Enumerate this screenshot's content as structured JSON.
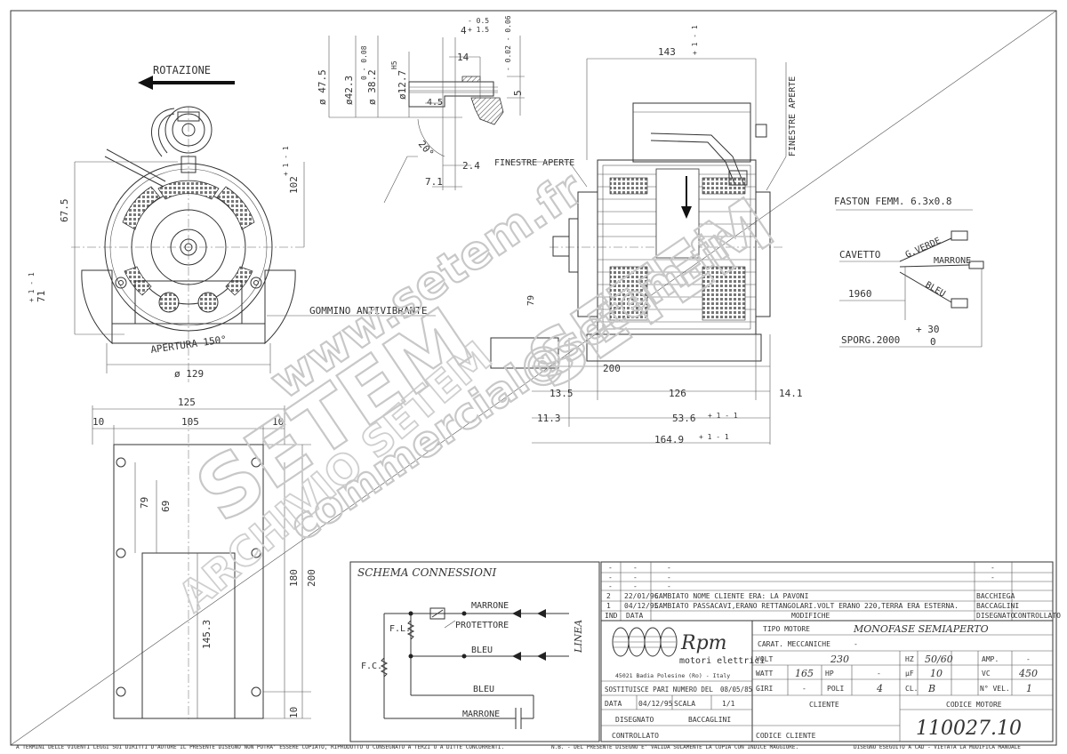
{
  "views": {
    "rotation_label": "ROTAZIONE",
    "rubber_label": "GOMMINO ANTIVIBRANTE",
    "opening_label": "APERTURA 150°",
    "open_windows_1": "FINESTRE APERTE",
    "open_windows_2": "FINESTRE APERTE",
    "faston_label": "FASTON FEMM. 6.3x0.8",
    "cable_label": "CAVETTO",
    "wire_green": "G.VERDE",
    "wire_brown": "MARRONE",
    "wire_blue": "BLEU",
    "sporg_label": "SPORG.2000",
    "sporg_tol_plus": "+ 30",
    "sporg_tol_zero": "0"
  },
  "dimensions": {
    "d129": "ø 129",
    "d67_5": "67.5",
    "d71": "71",
    "d71_tol": "+ 1  - 1",
    "d102": "102",
    "d102_tol": "+ 1  - 1",
    "d47_5": "ø 47.5",
    "d42_3": "ø42.3",
    "d38_2": "ø 38.2",
    "d38_2_tol": "0  - 0.08",
    "d12_7": "ø12.7",
    "d12_7_tol": "H5",
    "d4": "4",
    "d4_tol_1": "- 0.5",
    "d4_tol_2": "+ 1.5",
    "d14": "14",
    "d4_5": "4.5",
    "d5": "5",
    "d5_tol": "- 0.02  - 0.06",
    "d20": "20°",
    "d2_4": "2.4",
    "d7_1": "7.1",
    "d143": "143",
    "d143_tol": "+ 1  - 1",
    "d79_side": "79",
    "d1960": "1960",
    "d200_side": "200",
    "d13_5": "13.5",
    "d126": "126",
    "d14_1": "14.1",
    "d11_3": "11.3",
    "d53_6": "53.6",
    "d53_6_tol": "+ 1  - 1",
    "d164_9": "164.9",
    "d164_9_tol": "+ 1  - 1",
    "d125": "125",
    "d10_l": "10",
    "d105": "105",
    "d10_r": "10",
    "d79_bottom": "79",
    "d69": "69",
    "d145_3": "145.3",
    "d180": "180",
    "d200_bottom": "200",
    "d10_bottom": "10"
  },
  "schema": {
    "title": "SCHEMA CONNESSIONI",
    "marrone_top": "MARRONE",
    "protettore": "PROTETTORE",
    "bleu_mid": "BLEU",
    "linea": "LINEA",
    "fl": "F.L.",
    "fc": "F.C.",
    "bleu_low": "BLEU",
    "marrone_low": "MARRONE"
  },
  "revisions": {
    "rows": [
      {
        "ind": "-",
        "date": "-",
        "text": "-",
        "by": "-"
      },
      {
        "ind": "-",
        "date": "-",
        "text": "-",
        "by": "-"
      },
      {
        "ind": "-",
        "date": "-",
        "text": "-",
        "by": ""
      },
      {
        "ind": "2",
        "date": "22/01/96",
        "text": "CAMBIATO NOME CLIENTE ERA: LA PAVONI",
        "by": "BACCHIEGA"
      },
      {
        "ind": "1",
        "date": "04/12/95",
        "text": "CAMBIATO PASSACAVI,ERANO RETTANGOLARI.VOLT ERANO 220,TERRA ERA ESTERNA.",
        "by": "BACCAGLINI"
      }
    ],
    "head_ind": "IND",
    "head_data": "DATA",
    "head_mod": "MODIFICHE",
    "head_dis": "DISEGNATO",
    "head_ctrl": "CONTROLLATO"
  },
  "company": {
    "logo": "Rpm",
    "sub": "motori elettrici",
    "address": "45021 Badia Polesine (Ro) - Italy"
  },
  "title_block": {
    "sostituisce": "SOSTITUISCE PARI NUMERO DEL",
    "sost_date": "08/05/85",
    "data_label": "DATA",
    "data_val": "04/12/95",
    "scala_label": "SCALA",
    "scala_val": "1/1",
    "disegnato_label": "DISEGNATO",
    "disegnato_val": "BACCAGLINI",
    "controllato_label": "CONTROLLATO",
    "tipo_label": "TIPO MOTORE",
    "tipo_val": "MONOFASE SEMIAPERTO",
    "carat_label": "CARAT. MECCANICHE",
    "carat_val": "-",
    "volt_label": "VOLT",
    "volt_val": "230",
    "hz_label": "HZ",
    "hz_val": "50/60",
    "amp_label": "AMP.",
    "amp_val": "-",
    "watt_label": "WATT",
    "watt_val": "165",
    "hp_label": "HP",
    "hp_val": "-",
    "uf_label": "µF",
    "uf_val": "10",
    "vc_label": "VC",
    "vc_val": "450",
    "giri_label": "GIRI",
    "giri_val": "-",
    "poli_label": "POLI",
    "poli_val": "4",
    "cl_label": "CL.",
    "cl_val": "B",
    "nvel_label": "N° VEL.",
    "nvel_val": "1",
    "cliente_label": "CLIENTE",
    "codice_cliente_label": "CODICE CLIENTE",
    "codice_motore_label": "CODICE MOTORE",
    "codice_motore_val": "110027.10"
  },
  "footer": {
    "left": "A TERMINI DELLE VIGENTI LEGGI SUI DIRITTI D'AUTORE IL PRESENTE DISEGNO NON POTRA' ESSERE COPIATO, RIPRODOTTO O CONSEGNATO A TERZI O A DITTE CONCORRENTI.",
    "mid": "N.B. - DEL PRESENTE DISEGNO E' VALIDA SOLAMENTE LA COPIA CON INDICE MAGGIORE.",
    "right": "DISEGNO ESEGUITO A CAD - VIETATA LA MODIFICA MANUALE"
  },
  "watermarks": {
    "archivio": "ARCHIVIO SETEM",
    "setem_big": "SETEM",
    "setem_mid": "SETEM",
    "www": "www.setem.fr",
    "email": "commercial@setem.fr"
  }
}
